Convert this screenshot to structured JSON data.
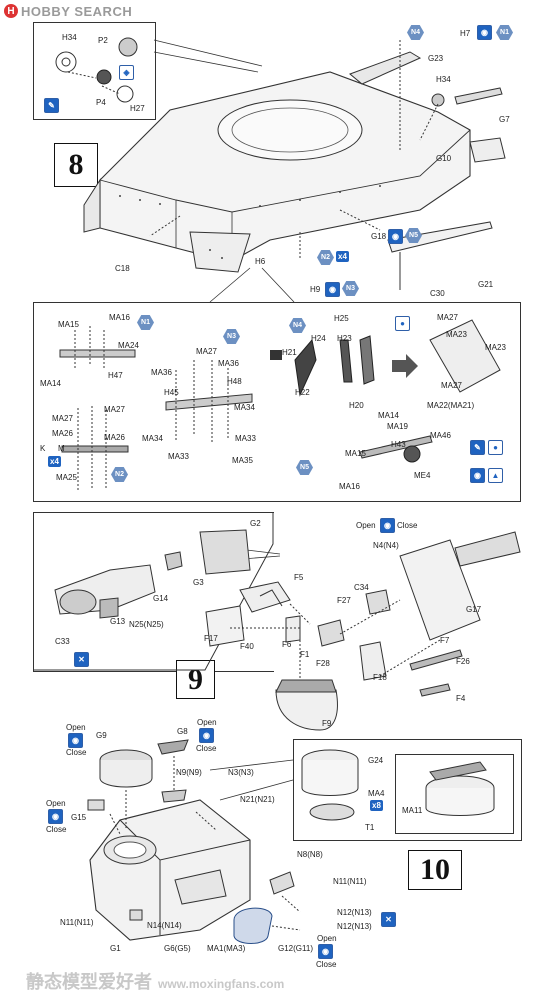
{
  "header": {
    "logo_mark": "H",
    "logo_text": "HOBBY SEARCH"
  },
  "footer": {
    "watermark_cn": "静态模型爱好者",
    "watermark_url": "www.moxingfans.com"
  },
  "steps": {
    "s8": "8",
    "s9": "9",
    "s10": "10"
  },
  "badges": {
    "n1": "N1",
    "n2": "N2",
    "n3": "N3",
    "n4": "N4",
    "n5": "N5",
    "x4": "x4",
    "x8": "x8"
  },
  "notes": {
    "open": "Open",
    "close": "Close"
  },
  "step8": {
    "inset": [
      "H34",
      "P2",
      "P4",
      "H27"
    ],
    "main": [
      "H7",
      "G23",
      "H34",
      "G7",
      "G10",
      "G18",
      "C18",
      "H6",
      "H9",
      "C30",
      "G21"
    ]
  },
  "subassy": {
    "n1": [
      "MA15",
      "MA16",
      "MA24",
      "H47",
      "MA14"
    ],
    "n2": [
      "MA27",
      "MA27",
      "MA26",
      "MA26",
      "K",
      "M",
      "MA25"
    ],
    "n3": [
      "MA27",
      "MA36",
      "MA36",
      "H45",
      "H48",
      "MA34",
      "MA34",
      "MA33",
      "MA33",
      "MA35"
    ],
    "n4": [
      "H25",
      "MA27",
      "MA23",
      "H21",
      "H24",
      "H23",
      "MA23",
      "H22",
      "H20",
      "MA27",
      "MA22(MA21)"
    ],
    "n5": [
      "MA14",
      "MA19",
      "MA46",
      "H43",
      "MA15",
      "ME4",
      "MA16"
    ]
  },
  "step9": {
    "inset": [
      "G2",
      "G3",
      "G14",
      "G13",
      "N25(N25)",
      "C33"
    ],
    "main": [
      "N4(N4)",
      "F5",
      "C34",
      "F27",
      "G17",
      "F17",
      "F40",
      "F6",
      "F1",
      "F28",
      "F18",
      "F7",
      "F26",
      "F4",
      "F9"
    ]
  },
  "step10": {
    "main": [
      "G9",
      "G8",
      "N9(N9)",
      "N3(N3)",
      "N21(N21)",
      "G15",
      "N8(N8)",
      "N11(N11)",
      "N11(N11)",
      "N14(N14)",
      "G1",
      "G6(G5)",
      "MA1(MA3)",
      "G12(G11)",
      "N12(N13)",
      "N12(N13)"
    ],
    "inset": [
      "G24",
      "MA4",
      "T1",
      "MA11"
    ]
  }
}
